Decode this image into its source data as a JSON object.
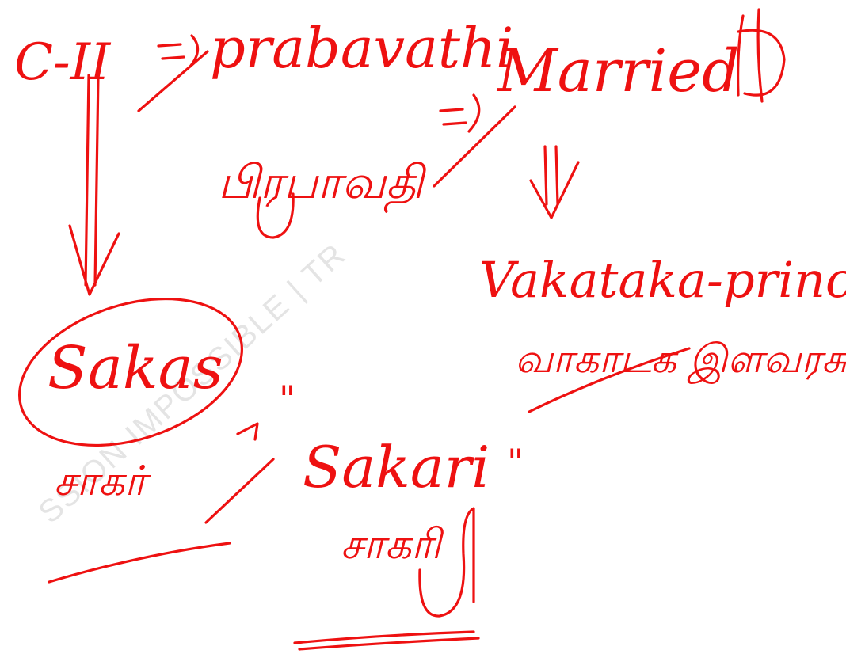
{
  "watermark": "SSION IMPOSSIBLE | TR",
  "ink_color": "#ee1111",
  "notes": {
    "c2": "C-II",
    "prabavathi": "prabavathi",
    "prabavathi_tamil": "பிரபாவதி",
    "married": "Married",
    "vakataka_prince": "Vakataka-prince",
    "vakataka_tamil": "வாகாடக இளவரசு",
    "sakas": "Sakas",
    "sakas_tamil": "சாகர்",
    "sakari": "Sakari",
    "sakari_tamil": "சாகரி",
    "ditto_1": "\"",
    "ditto_2": "\""
  }
}
